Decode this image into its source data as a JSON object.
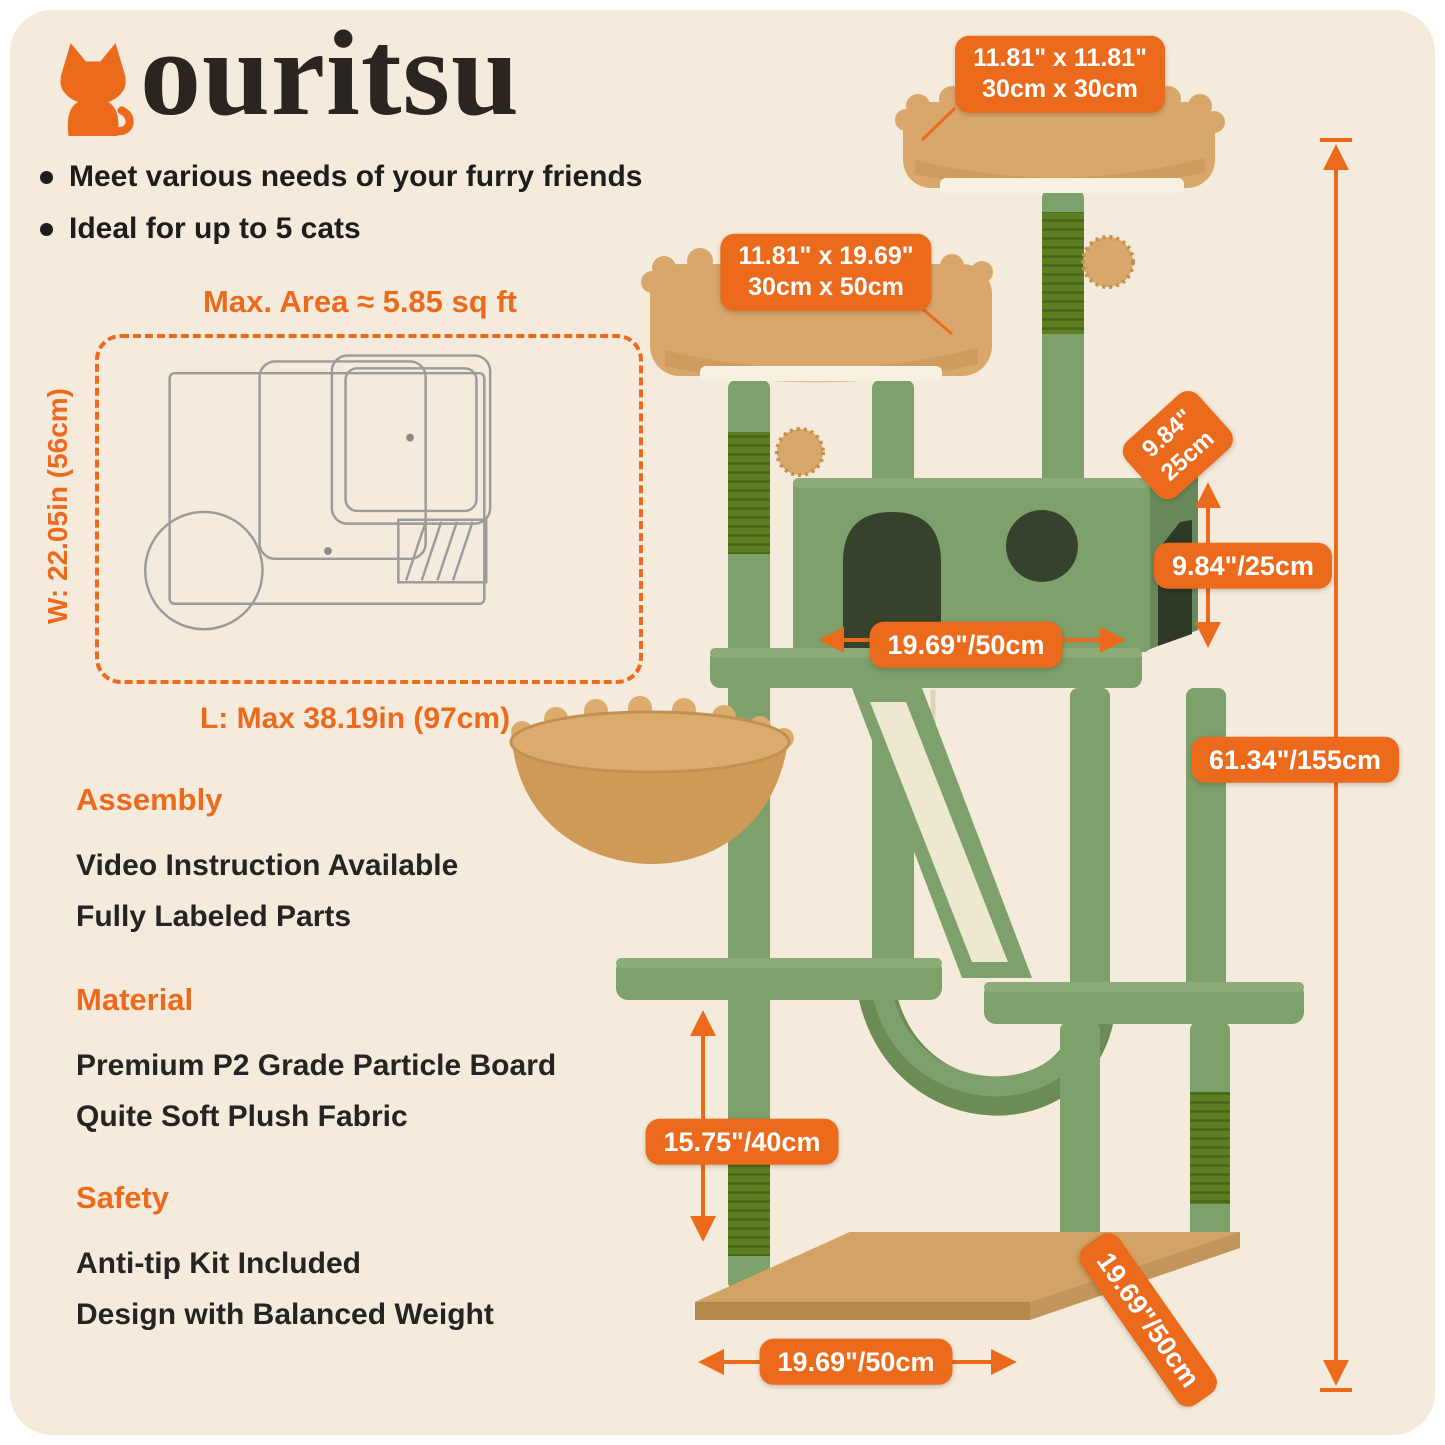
{
  "brand": {
    "name": "ouritsu"
  },
  "features": [
    "Meet various needs of your furry friends",
    "Ideal for up to 5 cats"
  ],
  "floorplan": {
    "title": "Max. Area ≈ 5.85 sq ft",
    "width_label": "W: 22.05in (56cm)",
    "length_label": "L: Max 38.19in (97cm)"
  },
  "sections": [
    {
      "heading": "Assembly",
      "lines": [
        "Video Instruction Available",
        "Fully Labeled Parts"
      ]
    },
    {
      "heading": "Material",
      "lines": [
        "Premium P2 Grade Particle Board",
        "Quite Soft Plush Fabric"
      ]
    },
    {
      "heading": "Safety",
      "lines": [
        "Anti-tip Kit Included",
        "Design with Balanced Weight"
      ]
    }
  ],
  "dimensions": {
    "top_perch_line1": "11.81\" x 11.81\"",
    "top_perch_line2": "30cm x 30cm",
    "second_perch_line1": "11.81\" x 19.69\"",
    "second_perch_line2": "30cm x 50cm",
    "condo_depth_line1": "9.84\"",
    "condo_depth_line2": "25cm",
    "condo_height": "9.84\"/25cm",
    "platform_width": "19.69\"/50cm",
    "total_height": "61.34\"/155cm",
    "lower_post_height": "15.75\"/40cm",
    "base_width": "19.69\"/50cm",
    "base_depth": "19.69\"/50cm"
  },
  "colors": {
    "accent_orange": "#EC6A1C",
    "background_cream": "#F5EBDC",
    "text_dark": "#202020",
    "tree_green": "#7EA06A",
    "sisal_green": "#5E7F21",
    "plush_tan": "#D9A76B"
  }
}
